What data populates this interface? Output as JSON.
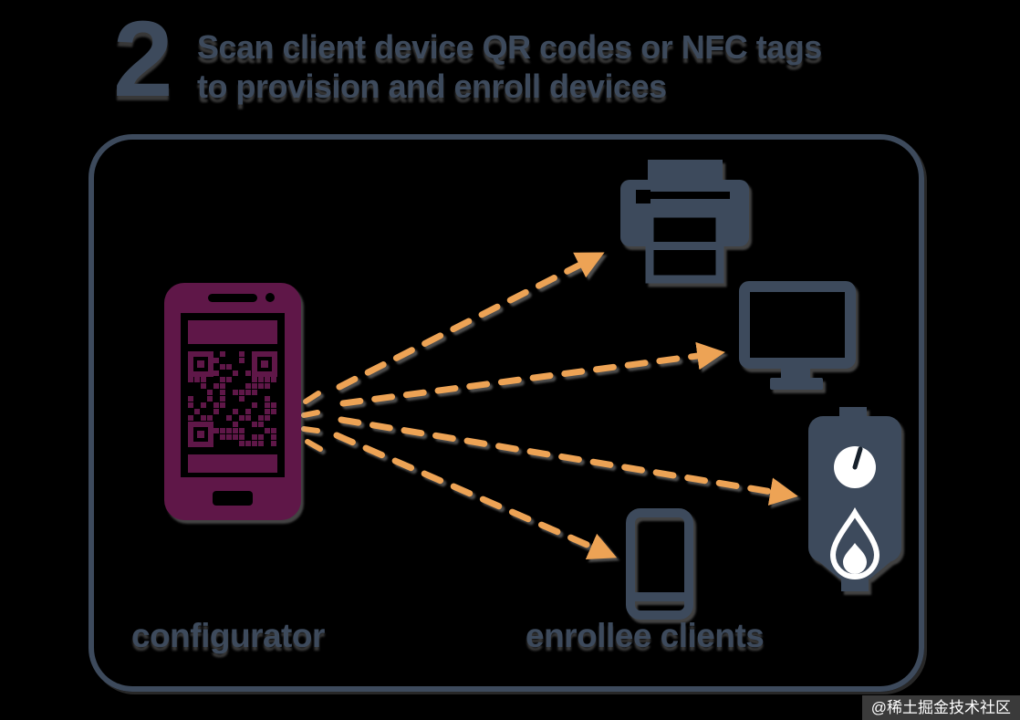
{
  "header": {
    "step_number": "2",
    "title_line1": "Scan client device QR codes or NFC tags",
    "title_line2": "to provision and enroll devices"
  },
  "diagram": {
    "configurator_label": "configurator",
    "enrollee_label": "enrollee clients",
    "icons": {
      "configurator": "smartphone-qr-code-icon",
      "targets": [
        "printer-icon",
        "desktop-computer-icon",
        "water-heater-icon",
        "smartphone-icon"
      ]
    },
    "arrow_count": 4
  },
  "watermark": {
    "text": "@稀土掘金技术社区"
  },
  "colors": {
    "background": "#000000",
    "slate": "#3d4a5c",
    "maroon": "#5f1748",
    "orange": "#eda355",
    "white": "#ffffff"
  }
}
